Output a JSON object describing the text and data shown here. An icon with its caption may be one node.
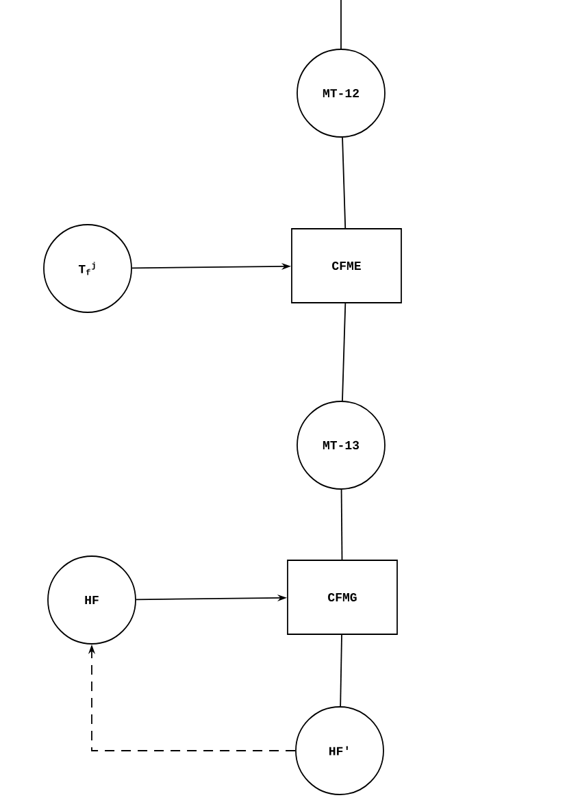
{
  "diagram": {
    "nodes": [
      {
        "text": [
          "MT-12"
        ]
      },
      {
        "text": [
          "T$_{f}$$^{j}$"
        ]
      },
      {
        "text": [
          "CFME"
        ]
      },
      {
        "text": [
          "MT-13"
        ]
      },
      {
        "text": [
          "HF"
        ]
      },
      {
        "text": [
          "CFMG"
        ]
      },
      {
        "text": [
          "HF'"
        ]
      }
    ],
    "edges": [
      {
        "from": null,
        "to": 0,
        "arrow": "none"
      },
      {
        "from": 0,
        "to": 2,
        "arrow": "none"
      },
      {
        "from": 1,
        "to": 2,
        "arrow": "to"
      },
      {
        "from": 2,
        "to": 3,
        "arrow": "none"
      },
      {
        "from": 3,
        "to": 5,
        "arrow": "none"
      },
      {
        "from": 4,
        "to": 5,
        "arrow": "to"
      },
      {
        "from": 5,
        "to": 6,
        "arrow": "none"
      },
      {
        "from": 6,
        "to": 4,
        "arrow": "to",
        "style": "dashed"
      }
    ]
  }
}
